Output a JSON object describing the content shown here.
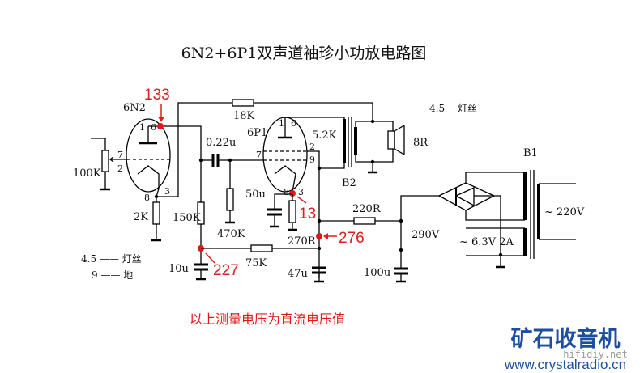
{
  "title": "6N2+6P1双声道袖珍小功放电路图",
  "tubes": {
    "preamp": "6N2",
    "power": "6P1"
  },
  "pins": {
    "t1_p1": "1",
    "t1_p6": "6",
    "t1_p7": "7",
    "t1_p2": "2",
    "t1_p8": "8",
    "t1_p3": "3",
    "t2_p1": "1",
    "t2_p6": "6",
    "t2_p7": "7",
    "t2_p2": "2",
    "t2_p9": "9",
    "t2_p8": "8",
    "t2_p3": "3"
  },
  "components": {
    "pot": "100K",
    "r_cathode1": "2K",
    "r_feedback": "18K",
    "r_plate1": "150K",
    "cap_coupling": "0.22u",
    "r_grid2": "470K",
    "cap_cathode2": "50u",
    "r_cathode2": "270R",
    "r_decouple": "75K",
    "cap_decouple1": "10u",
    "cap_filter2": "47u",
    "r_filter": "220R",
    "cap_filter1": "100u",
    "out_transformer": "B2",
    "out_impedance": "5.2K",
    "speaker": "8R",
    "power_transformer": "B1",
    "mains": "~ 220V",
    "heater_winding": "~ 6.3V  2A",
    "b_plus": "290V"
  },
  "voltages": {
    "v_plate1": "133",
    "v_cathode2": "13",
    "v_b2": "276",
    "v_b3": "227"
  },
  "legend": {
    "heater": "4.5 —— 灯丝",
    "ground": "9 —— 地",
    "heater_right": "4.5 一灯丝"
  },
  "note": "以上测量电压为直流电压值",
  "logo": {
    "name": "矿石收音机",
    "url": "www.crystalradio.cn",
    "watermark": "hifidiy.net"
  },
  "colors": {
    "measure": "#e01818",
    "logo": "#1d4f9e"
  }
}
